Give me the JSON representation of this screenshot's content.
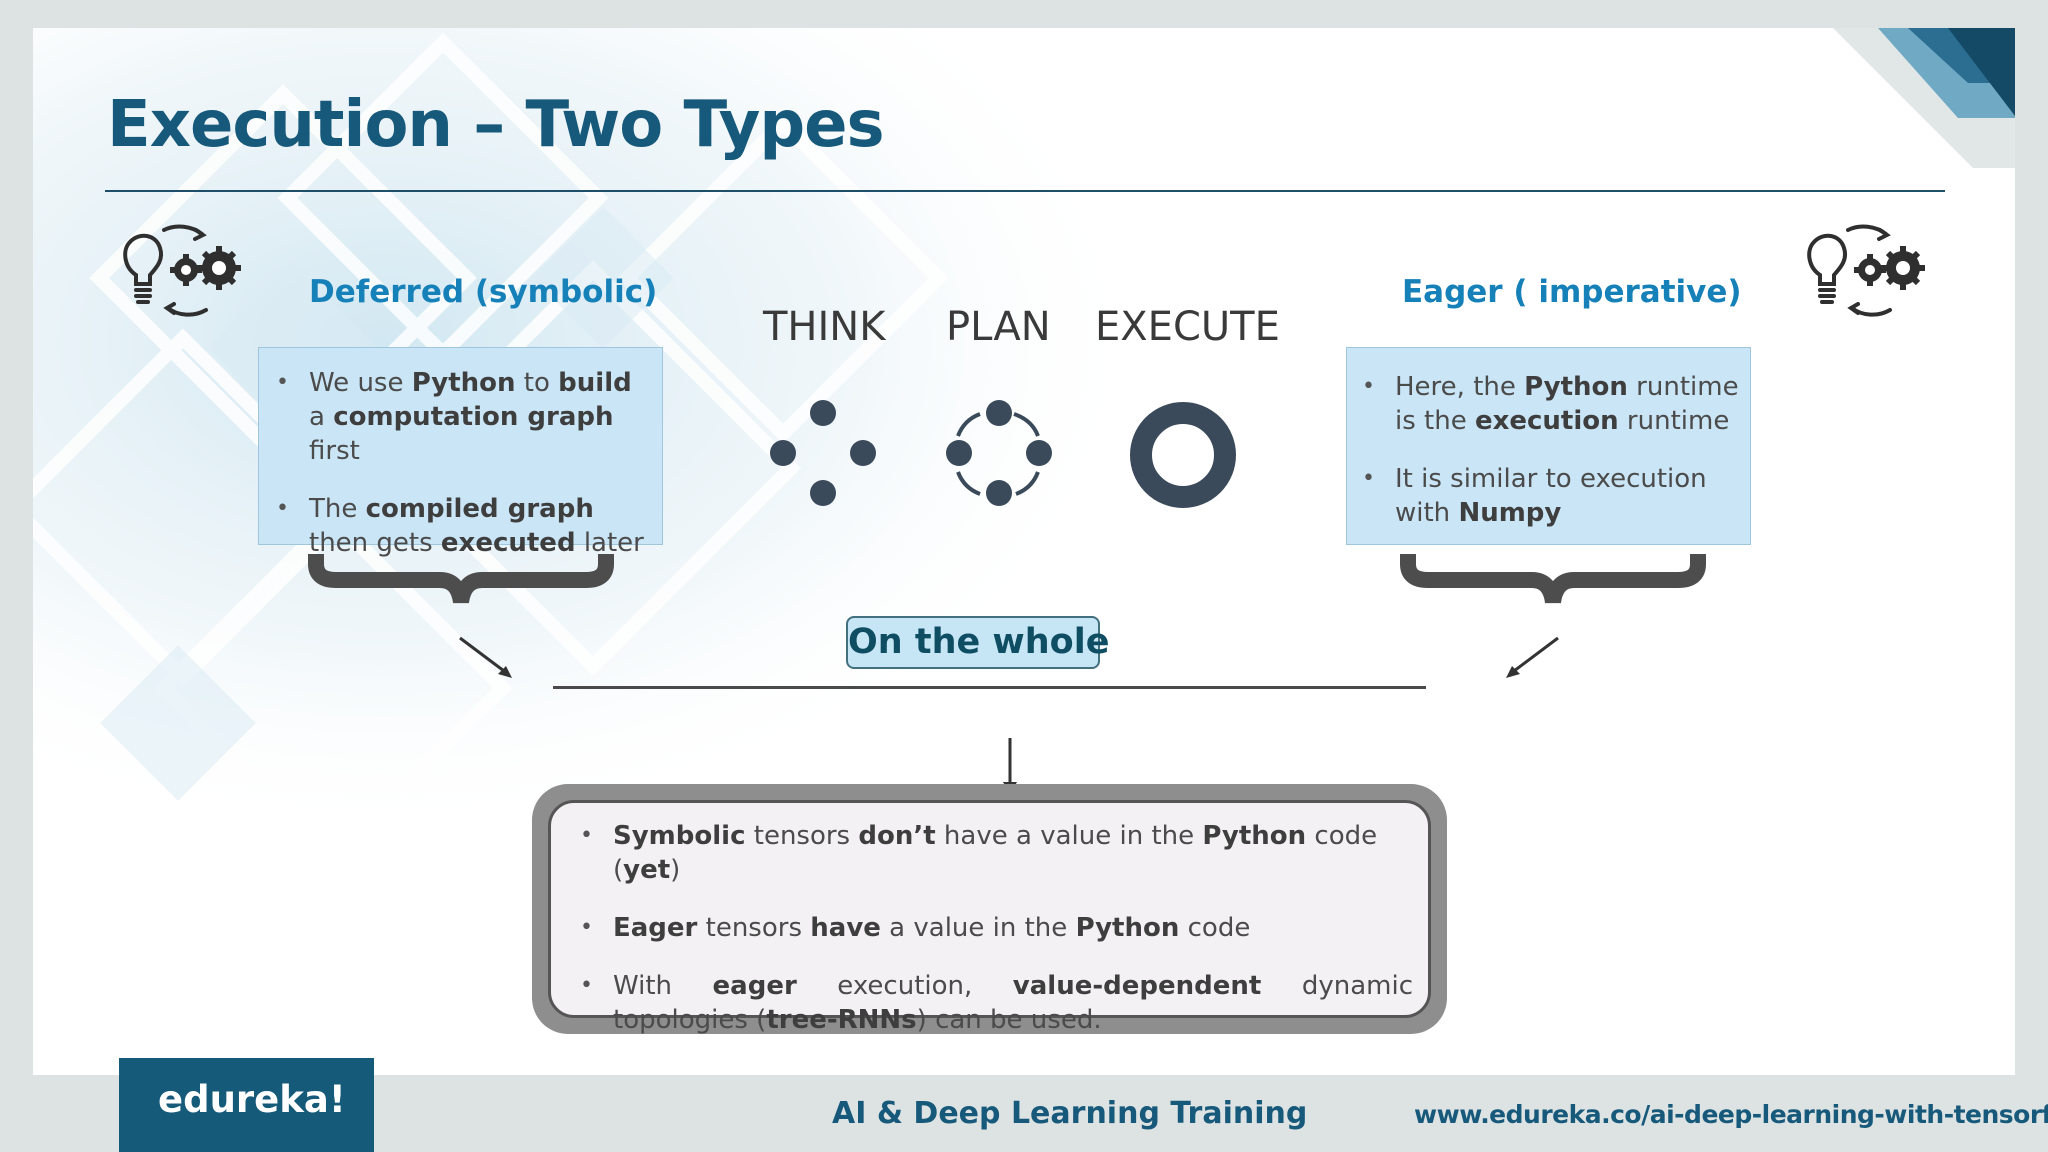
{
  "slide": {
    "title": "Execution – Two Types",
    "colors": {
      "title": "#17597a",
      "heading": "#1680b8",
      "box": "#c9e5f6",
      "footer_bar": "#165a7a"
    }
  },
  "deferred": {
    "heading": "Deferred (symbolic)",
    "icon": "lightbulb-gears-icon",
    "bullets": [
      [
        {
          "t": "We use ",
          "b": false
        },
        {
          "t": "Python",
          "b": true
        },
        {
          "t": " to ",
          "b": false
        },
        {
          "t": "build",
          "b": true
        },
        {
          "t": " a ",
          "b": false
        },
        {
          "t": "computation graph",
          "b": true
        },
        {
          "t": " first",
          "b": false
        }
      ],
      [
        {
          "t": "The ",
          "b": false
        },
        {
          "t": "compiled graph",
          "b": true
        },
        {
          "t": " then gets ",
          "b": false
        },
        {
          "t": "executed",
          "b": true
        },
        {
          "t": " later",
          "b": false
        }
      ]
    ]
  },
  "eager": {
    "heading": "Eager ( imperative)",
    "icon": "lightbulb-gears-icon",
    "bullets": [
      [
        {
          "t": "Here, the ",
          "b": false
        },
        {
          "t": "Python",
          "b": true
        },
        {
          "t": " runtime is the ",
          "b": false
        },
        {
          "t": "execution",
          "b": true
        },
        {
          "t": " runtime",
          "b": false
        }
      ],
      [
        {
          "t": "It is similar to execution with ",
          "b": false
        },
        {
          "t": "Numpy",
          "b": true
        }
      ]
    ]
  },
  "process": {
    "think": "THINK",
    "plan": "PLAN",
    "execute": "EXECUTE",
    "icons": [
      "scattered-dots-icon",
      "cycle-dots-icon",
      "ring-icon"
    ]
  },
  "summary": {
    "label": "On the whole",
    "bullets": [
      [
        {
          "t": "Symbolic",
          "b": true
        },
        {
          "t": " tensors ",
          "b": false
        },
        {
          "t": "don’t",
          "b": true
        },
        {
          "t": " have a value in the ",
          "b": false
        },
        {
          "t": "Python",
          "b": true
        },
        {
          "t": " code (",
          "b": false
        },
        {
          "t": "yet",
          "b": true
        },
        {
          "t": ")",
          "b": false
        }
      ],
      [
        {
          "t": "Eager",
          "b": true
        },
        {
          "t": " tensors ",
          "b": false
        },
        {
          "t": "have",
          "b": true
        },
        {
          "t": " a value in the ",
          "b": false
        },
        {
          "t": "Python",
          "b": true
        },
        {
          "t": " code",
          "b": false
        }
      ],
      [
        {
          "t": "With ",
          "b": false
        },
        {
          "t": "eager",
          "b": true
        },
        {
          "t": " execution, ",
          "b": false
        },
        {
          "t": "value-dependent",
          "b": true
        },
        {
          "t": " dynamic topologies (",
          "b": false
        },
        {
          "t": "tree-RNNs",
          "b": true
        },
        {
          "t": ") can be used.",
          "b": false
        }
      ]
    ]
  },
  "footer": {
    "logo": "edureka!",
    "course": "AI & Deep Learning Training",
    "url": "www.edureka.co/ai-deep-learning-with-tensorflow"
  }
}
